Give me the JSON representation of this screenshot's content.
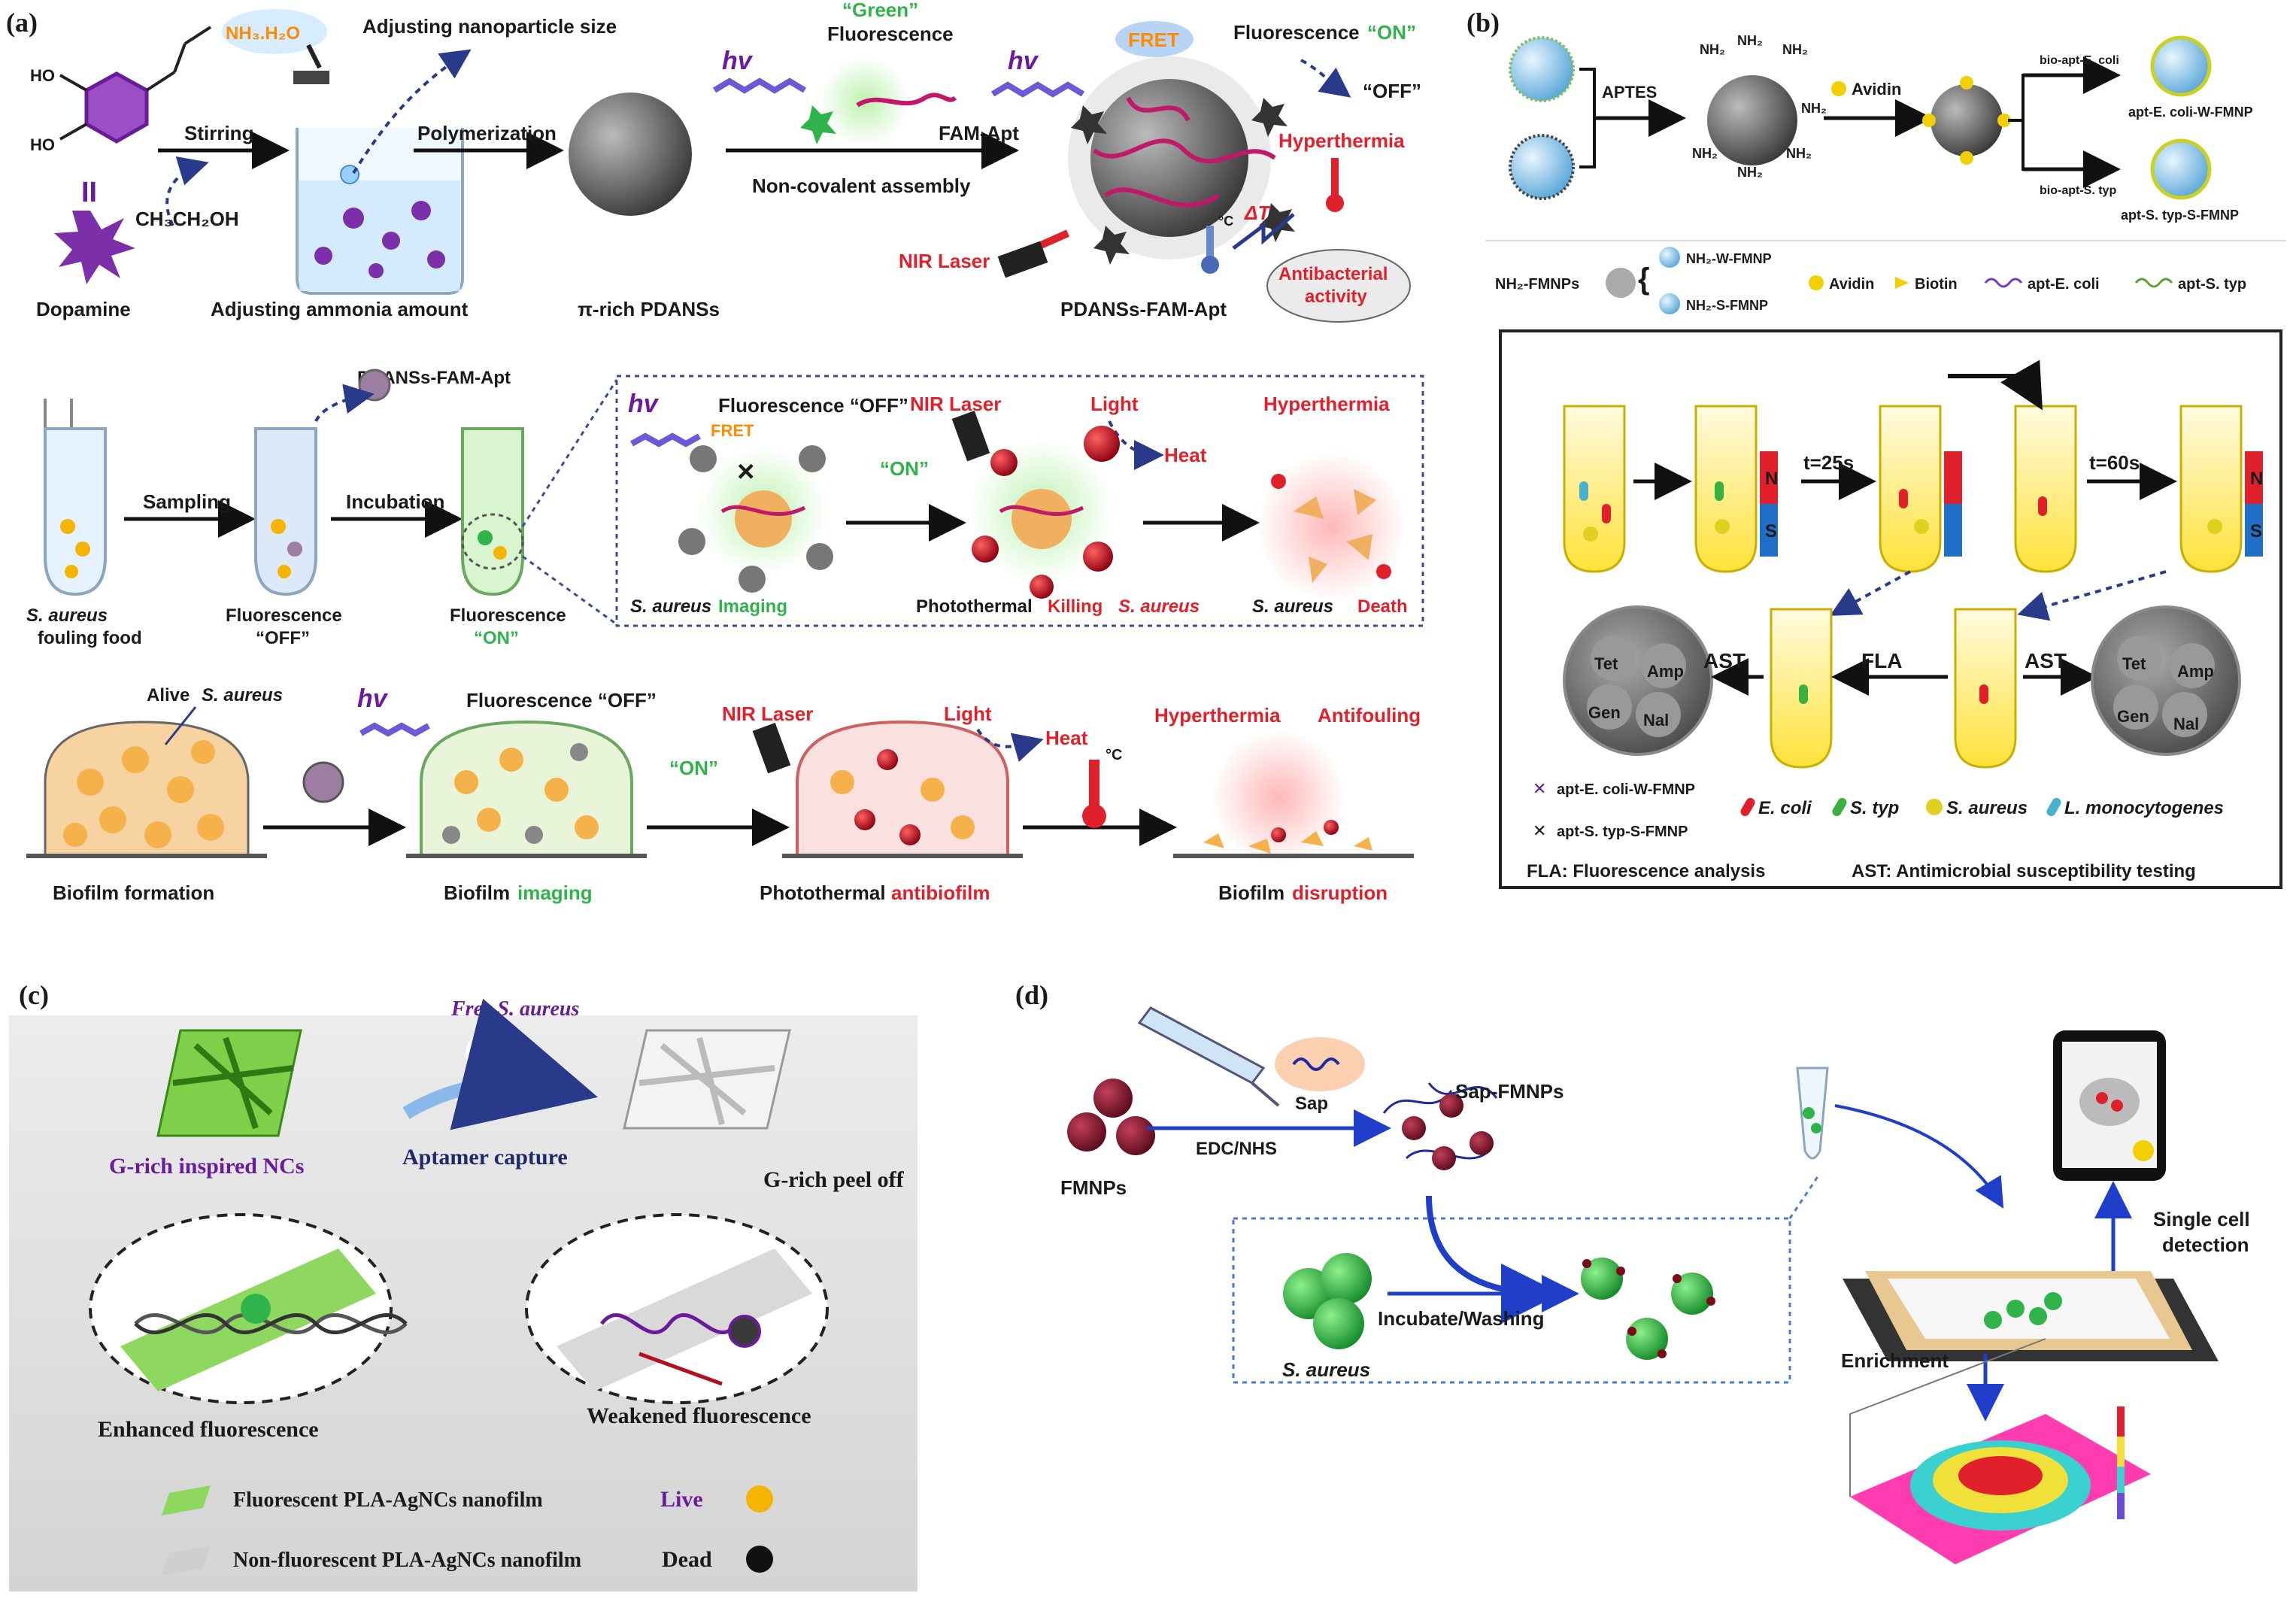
{
  "panels": {
    "a": {
      "label": "(a)",
      "row1": {
        "dopamine": "Dopamine",
        "stirring": "Stirring",
        "ethanol": "CH₃CH₂OH",
        "ammonia": "NH₃.H₂O",
        "adjust_size": "Adjusting nanoparticle size",
        "adjust_ammonia": "Adjusting ammonia amount",
        "polymerization": "Polymerization",
        "pdanss": "π-rich PDANSs",
        "hv1": "hv",
        "green": "“Green”",
        "fluorescence": "Fluorescence",
        "hv2": "hv",
        "famapt": "FAM-Apt",
        "noncovalent": "Non-covalent assembly",
        "fret": "FRET",
        "fluor_on_prefix": "Fluorescence",
        "on": "“ON”",
        "off": "“OFF”",
        "hyperthermia": "Hyperthermia",
        "delta_t": "ΔT",
        "nir": "NIR Laser",
        "antibacterial1": "Antibacterial",
        "antibacterial2": "activity",
        "complex": "PDANSs-FAM-Apt",
        "temp": "°C"
      },
      "row2": {
        "complex": "PDANSs-FAM-Apt",
        "sampling": "Sampling",
        "incubation": "Incubation",
        "saureus1": "S. aureus",
        "saureus2": "fouling food",
        "fl_off1": "Fluorescence",
        "fl_off2": "“OFF”",
        "fl_on1": "Fluorescence",
        "fl_on2": "“ON”",
        "box_hv": "hv",
        "box_fret": "FRET",
        "box_fl_off": "Fluorescence “OFF”",
        "box_on": "“ON”",
        "box_nir": "NIR Laser",
        "box_light": "Light",
        "box_heat": "Heat",
        "box_hyper": "Hyperthermia",
        "imaging_s": "S. aureus",
        "imaging": "Imaging",
        "photothermal": "Photothermal",
        "killing": "Killing",
        "killing_s": "S. aureus",
        "death_s": "S. aureus",
        "death": "Death"
      },
      "row3": {
        "alive": "Alive",
        "alive_s": "S. aureus",
        "hv": "hv",
        "fl_off": "Fluorescence “OFF”",
        "on": "“ON”",
        "nir": "NIR Laser",
        "light": "Light",
        "heat": "Heat",
        "temp": "°C",
        "hyper": "Hyperthermia",
        "antifouling": "Antifouling",
        "formation": "Biofilm formation",
        "biofilm": "Biofilm",
        "imaging": "imaging",
        "photothermal": "Photothermal",
        "antibiofilm": "antibiofilm",
        "disruption": "disruption"
      }
    },
    "b": {
      "label": "(b)",
      "aptes": "APTES",
      "avidin_step": "Avidin",
      "nh2": "NH₂",
      "bio_ecoli": "bio-apt-E. coli",
      "bio_styp": "bio-apt-S. typ",
      "apt_ecoli_w": "apt-E. coli-W-FMNP",
      "apt_styp_s": "apt-S. typ-S-FMNP",
      "legend_nh2": "NH₂-FMNPs",
      "nh2_w": "NH₂-W-FMNP",
      "nh2_s": "NH₂-S-FMNP",
      "leg_avidin": "Avidin",
      "leg_biotin": "Biotin",
      "leg_ecoli": "apt-E. coli",
      "leg_styp": "apt-S. typ",
      "t25": "t=25s",
      "t60": "t=60s",
      "mag_n": "N",
      "mag_s": "S",
      "ast1": "AST",
      "ast2": "AST",
      "fla": "FLA",
      "dish": [
        "Tet",
        "Amp",
        "Gen",
        "Nal"
      ],
      "leg2_w": "apt-E. coli-W-FMNP",
      "leg2_s": "apt-S. typ-S-FMNP",
      "leg2_ecoli": "E. coli",
      "leg2_styp": "S. typ",
      "leg2_saureus": "S. aureus",
      "leg2_lmono": "L. monocytogenes",
      "fla_def": "FLA: Fluorescence analysis",
      "ast_def": "AST: Antimicrobial susceptibility testing"
    },
    "c": {
      "label": "(c)",
      "free": "Free S. aureus",
      "capture": "Aptamer capture",
      "g_rich": "G-rich inspired NCs",
      "peel": "G-rich peel off",
      "enhanced": "Enhanced fluorescence",
      "weakened": "Weakened fluorescence",
      "leg_fl": "Fluorescent PLA-AgNCs nanofilm",
      "leg_nonfl": "Non-fluorescent PLA-AgNCs nanofilm",
      "live": "Live",
      "dead": "Dead"
    },
    "d": {
      "label": "(d)",
      "sap": "Sap",
      "edc": "EDC/NHS",
      "fmnps": "FMNPs",
      "sap_fmnps": "Sap-FMNPs",
      "incubate": "Incubate/Washing",
      "saureus": "S. aureus",
      "enrichment": "Enrichment",
      "single1": "Single cell",
      "single2": "detection"
    }
  },
  "colors": {
    "accent_red": "#e0202a",
    "accent_green": "#2fb34a",
    "accent_purple": "#6a1b9a",
    "panel_c_bg": "#e3e3e3",
    "biofilm_orange": "#f6b24a"
  }
}
